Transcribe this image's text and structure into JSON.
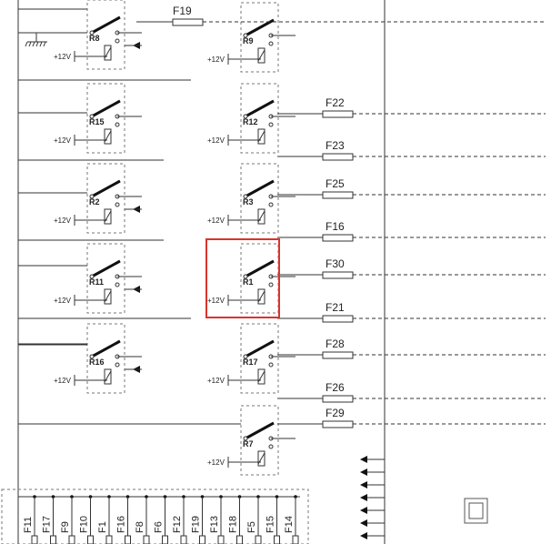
{
  "supply_label": "+12V",
  "relays": [
    {
      "id": "R8",
      "coil_arrow": true
    },
    {
      "id": "R9",
      "coil_arrow": false
    },
    {
      "id": "R15",
      "coil_arrow": false
    },
    {
      "id": "R12",
      "coil_arrow": false
    },
    {
      "id": "R2",
      "coil_arrow": true
    },
    {
      "id": "R3",
      "coil_arrow": false
    },
    {
      "id": "R11",
      "coil_arrow": true
    },
    {
      "id": "R1",
      "coil_arrow": false
    },
    {
      "id": "R16",
      "coil_arrow": true
    },
    {
      "id": "R17",
      "coil_arrow": false
    },
    {
      "id": "R7",
      "coil_arrow": false
    }
  ],
  "fuses_inline": [
    "F19",
    "F22",
    "F23",
    "F25",
    "F16",
    "F30",
    "F21",
    "F28",
    "F26",
    "F29"
  ],
  "fuse_block": [
    "F11",
    "F17",
    "F9",
    "F10",
    "F1",
    "F16",
    "F8",
    "F6",
    "F12",
    "F19",
    "F13",
    "F18",
    "F5",
    "F15",
    "F14"
  ],
  "highlight": {
    "target": "R1",
    "color": "#d9342b"
  },
  "colors": {
    "line": "#333333",
    "dashed": "#666666",
    "highlight": "#d9342b"
  }
}
